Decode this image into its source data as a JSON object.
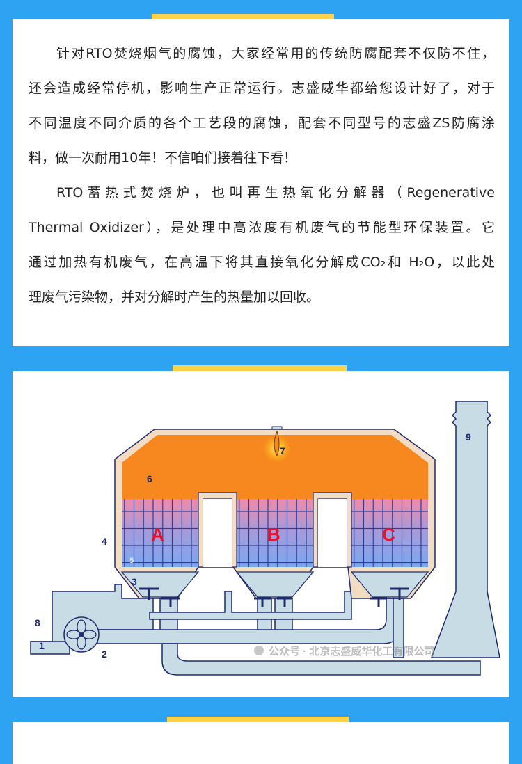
{
  "paragraphs": [
    {
      "lines": [
        "针对RTO焚烧烟气的腐蚀，大家经常用的传统防腐配套不仅防不住，",
        "还会造成经常停机，影响生产正常运行。志盛威华都给您设计好了，对于",
        "不同温度不同介质的各个工艺段的腐蚀，配套不同型号的志盛ZS防腐涂",
        "料，做一次耐用10年！不信咱们接着往下看！"
      ]
    },
    {
      "lines": [
        "RTO 蓄 热 式 焚 烧 炉 ， 也 叫 再 生 热 氧 化 分 解 器 （ Regenerative",
        "Thermal Oxidizer），是处理中高浓度有机废气的节能型环保装置。它",
        "通过加热有机废气，在高温下将其直接氧化分解成CO₂和 H₂O，以此处",
        "理废气污染物，并对分解时产生的热量加以回收。"
      ]
    }
  ],
  "diagram": {
    "chamber_labels": [
      "A",
      "B",
      "C"
    ],
    "numbers": [
      "1",
      "2",
      "3",
      "4",
      "5",
      "6",
      "7",
      "8",
      "9"
    ],
    "watermark": "公众号 · 北京志盛威华化工有限公司"
  },
  "colors": {
    "background": "#2ea3f2",
    "accent_bar": "#fdd14a",
    "chamber_fill": "#f7881f",
    "pipe": "#c8dce6",
    "outline": "#1e2a6e",
    "label_red": "#e8102a"
  }
}
